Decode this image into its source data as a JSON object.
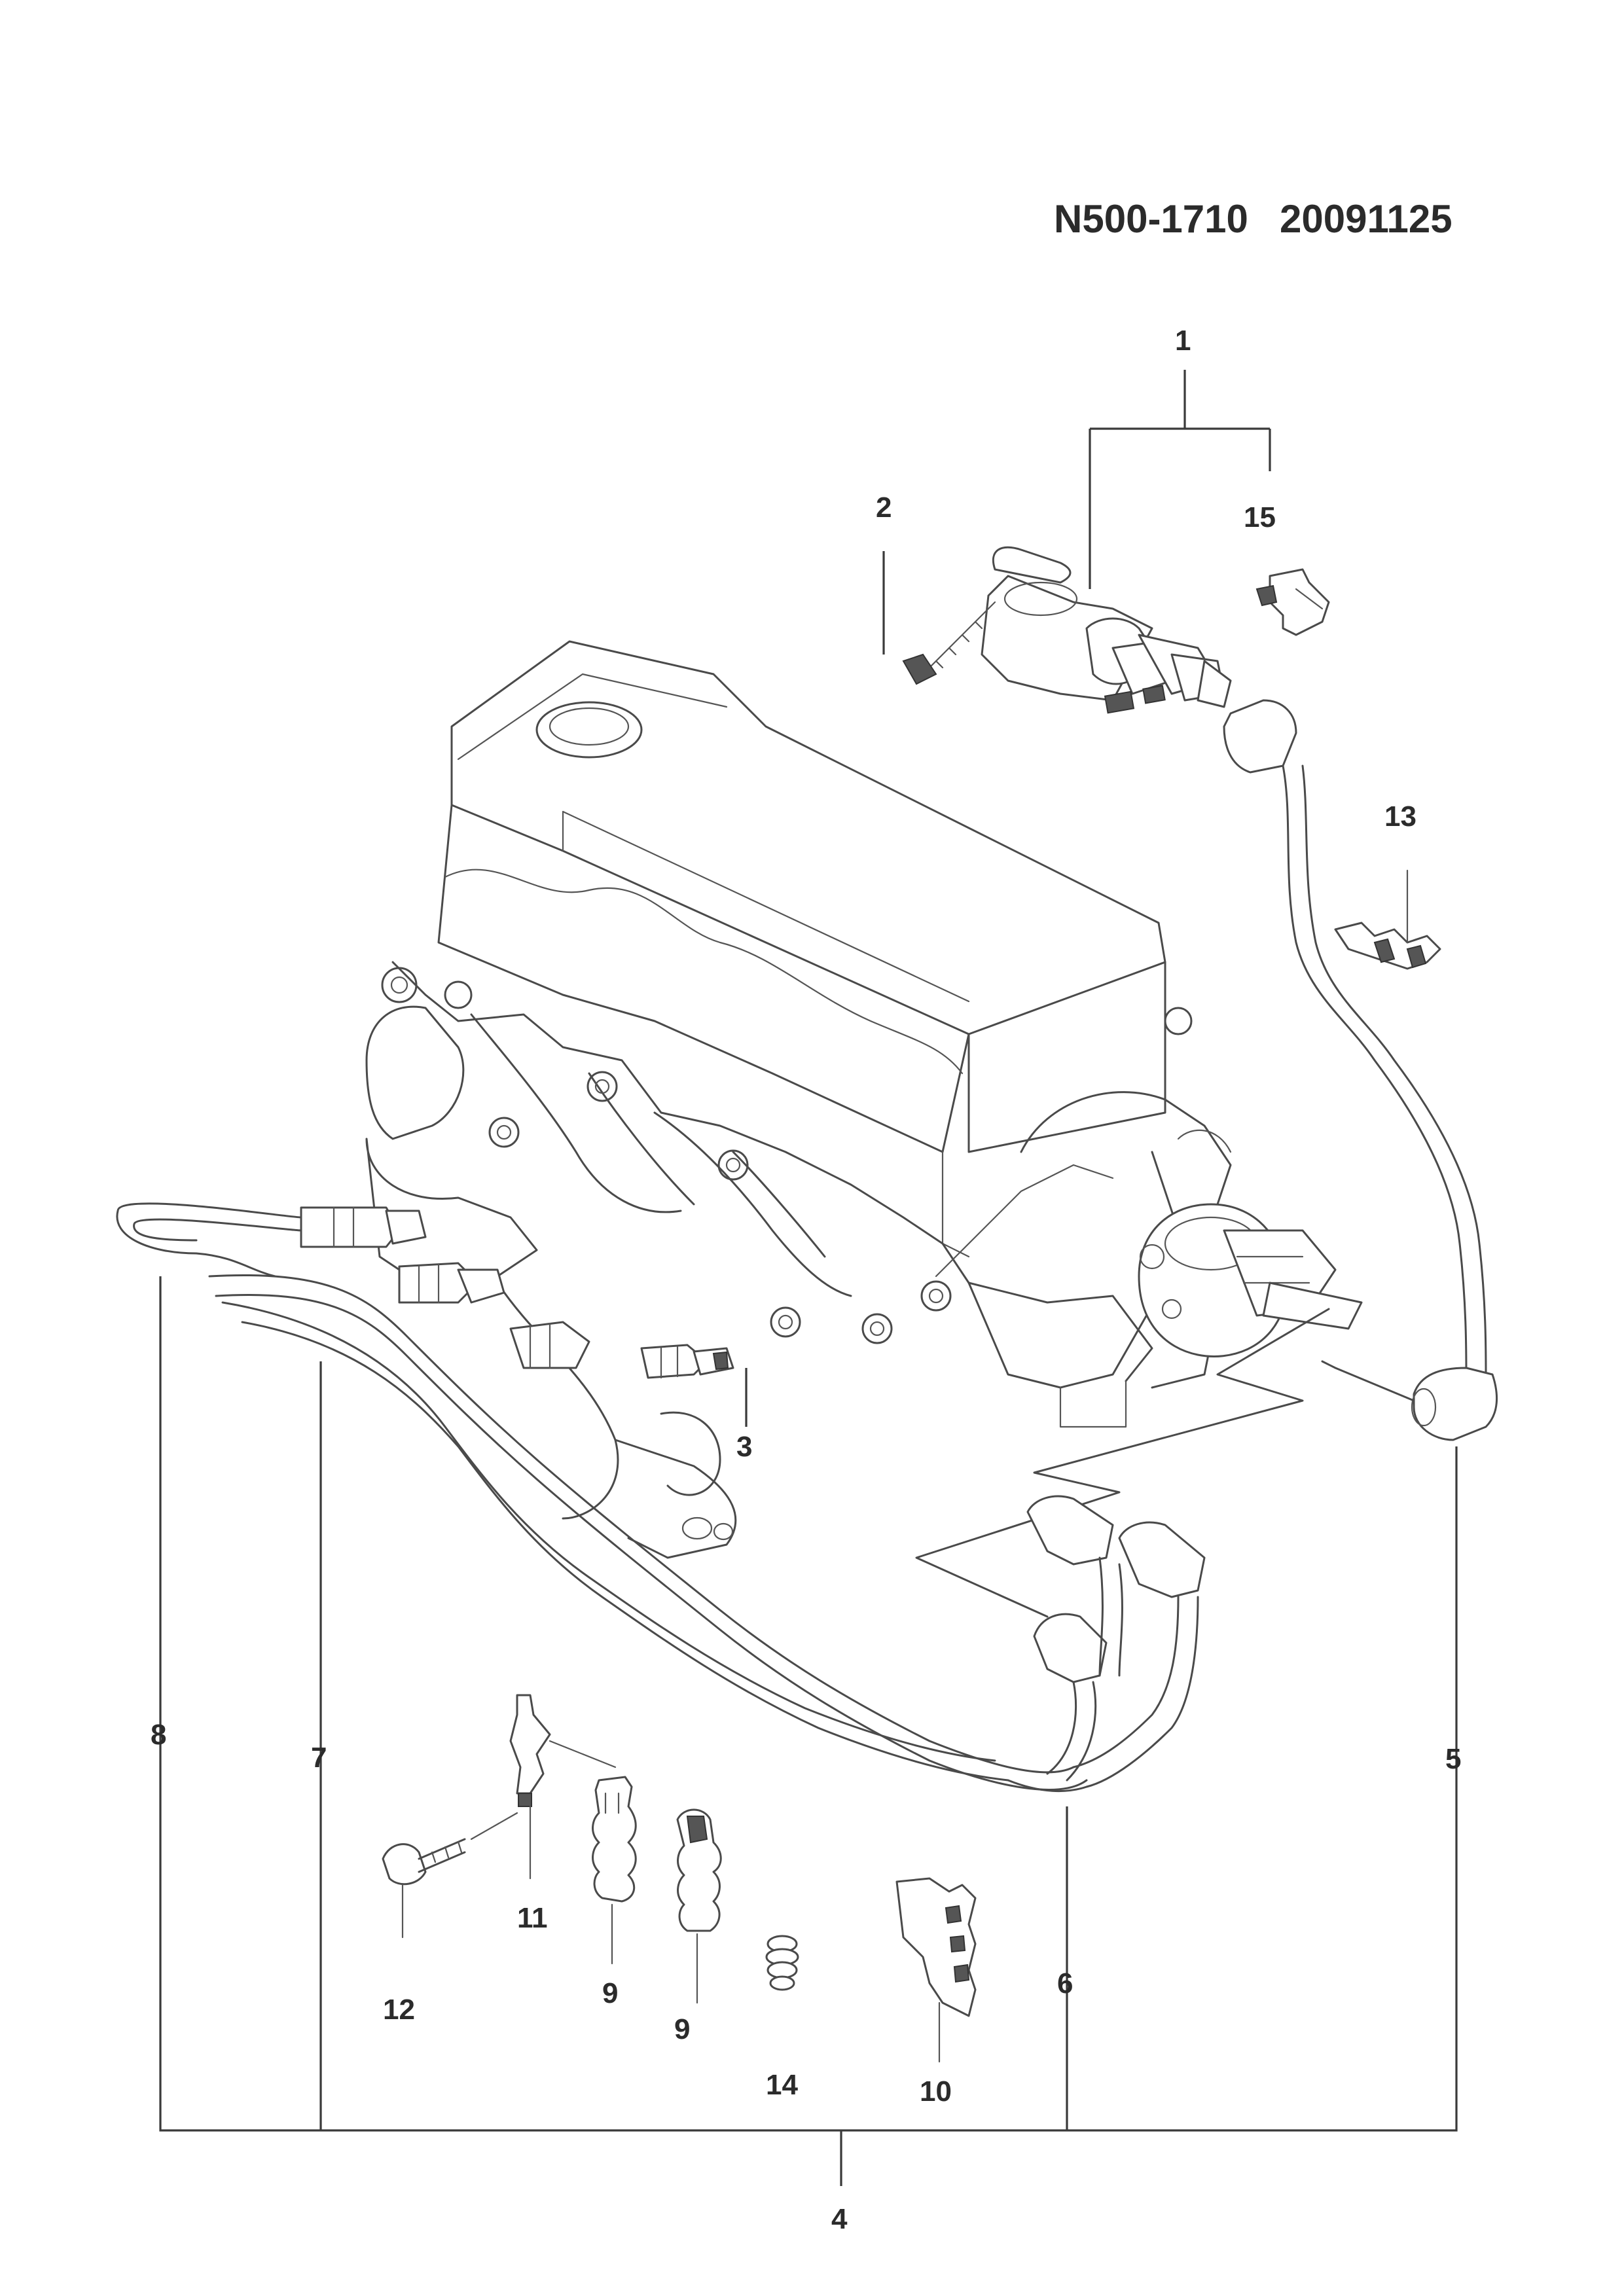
{
  "header": {
    "part_code": "N500-1710",
    "date_code": "20091125"
  },
  "callouts": {
    "c1": "1",
    "c2": "2",
    "c3": "3",
    "c4": "4",
    "c5": "5",
    "c6": "6",
    "c7": "7",
    "c8": "8",
    "c9a": "9",
    "c9b": "9",
    "c10": "10",
    "c11": "11",
    "c12": "12",
    "c13": "13",
    "c14": "14",
    "c15": "15"
  },
  "colors": {
    "line": "#4a4a4a",
    "text": "#2b2b2b",
    "background": "#ffffff"
  }
}
